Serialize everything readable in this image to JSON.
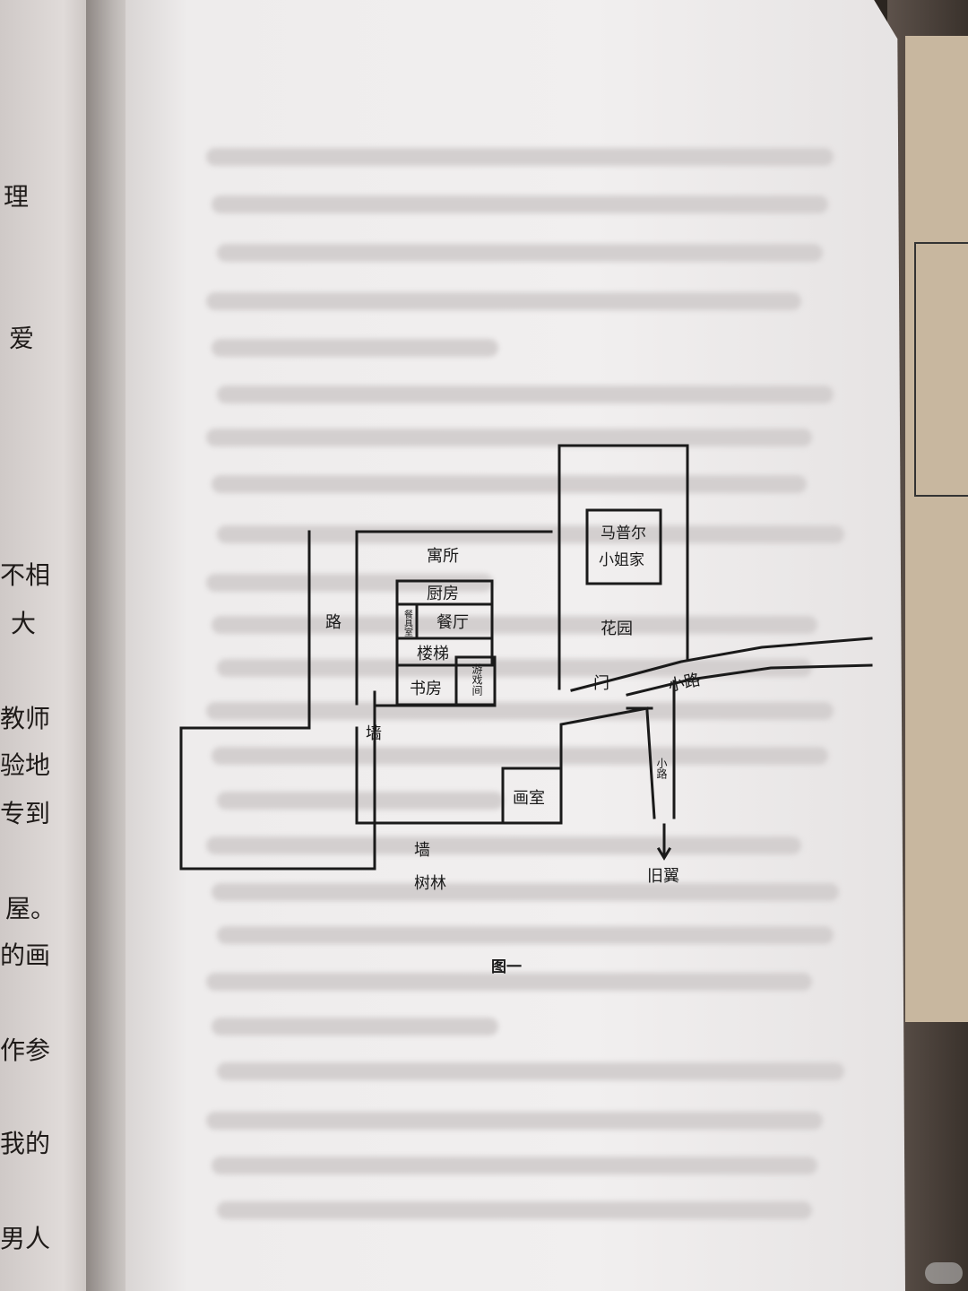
{
  "left_page_fragments": [
    "理",
    "爱",
    "不相",
    "大",
    "教师",
    "验地",
    "专到",
    "屋。",
    "的画",
    "作参",
    "我的",
    "男人"
  ],
  "diagram": {
    "labels": {
      "residence": "寓所",
      "kitchen": "厨房",
      "pantry": "餐具室",
      "dining": "餐厅",
      "stairs": "楼梯",
      "playroom": "游戏间",
      "study": "书房",
      "road_left": "路",
      "wall_left": "墙",
      "studio": "画室",
      "wall_bottom": "墙",
      "woods": "树林",
      "mapple_house": "马普尔小姐家",
      "garden": "花园",
      "gate": "门",
      "lane_main": "小路",
      "lane_side": "小路",
      "old_wing": "旧翼"
    },
    "caption": "图一"
  },
  "colors": {
    "ink": "#1a1a1a",
    "paper": "#f1efef"
  }
}
